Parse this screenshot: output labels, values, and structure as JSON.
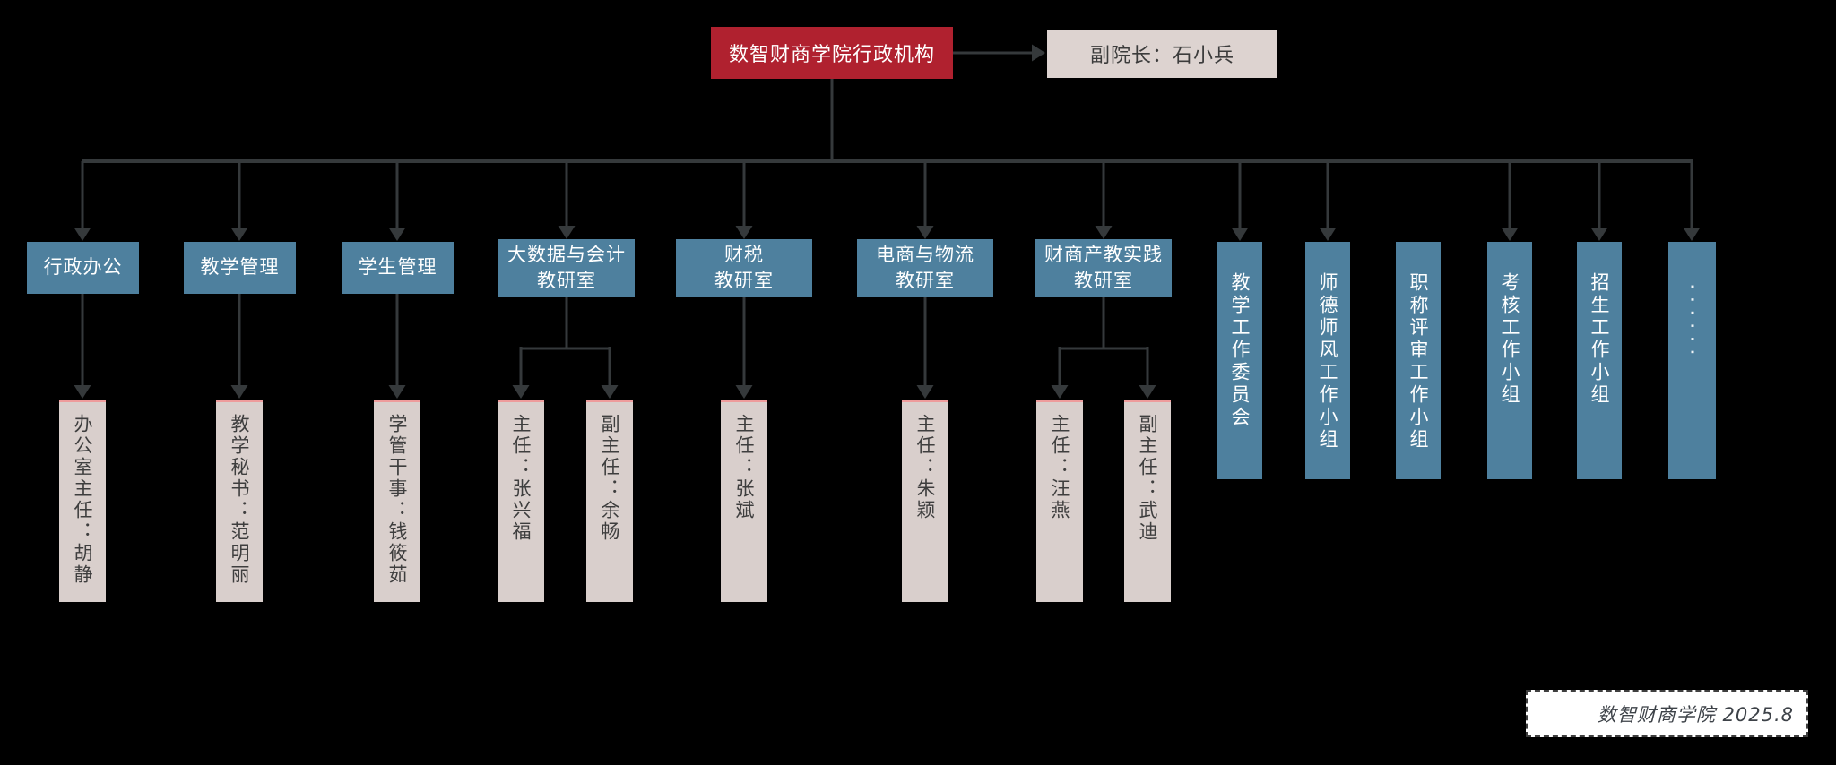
{
  "title_box": {
    "label": "数智财商学院行政机构"
  },
  "vice_dean_box": {
    "label": "副院长：石小兵"
  },
  "departments": [
    {
      "label": "行政办公",
      "staff": [
        "办公室主任：胡静"
      ]
    },
    {
      "label": "教学管理",
      "staff": [
        "教学秘书：范明丽"
      ]
    },
    {
      "label": "学生管理",
      "staff": [
        "学管干事：钱筱茹"
      ]
    },
    {
      "label": "大数据与会计\n教研室",
      "staff": [
        "主任：张兴福",
        "副主任：余畅"
      ]
    },
    {
      "label": "财税\n教研室",
      "staff": [
        "主任：张斌"
      ]
    },
    {
      "label": "电商与物流\n教研室",
      "staff": [
        "主任：朱颖"
      ]
    },
    {
      "label": "财商产教实践\n教研室",
      "staff": [
        "主任：汪燕",
        "副主任：武迪"
      ]
    }
  ],
  "committees": [
    {
      "label": "教学工作委员会"
    },
    {
      "label": "师德师风工作小组"
    },
    {
      "label": "职称评审工作小组"
    },
    {
      "label": "考核工作小组"
    },
    {
      "label": "招生工作小组"
    },
    {
      "label": "······"
    }
  ],
  "footer": {
    "label": "数智财商学院  2025.8"
  },
  "colors": {
    "canvas_bg": "#000000",
    "root_red": "#b0212f",
    "box_teal": "#4e809e",
    "box_beige": "#d9cfcc",
    "beige_top_border": "#ee9c9c",
    "connector": "#35393b",
    "footer_bg": "#ffffff"
  }
}
